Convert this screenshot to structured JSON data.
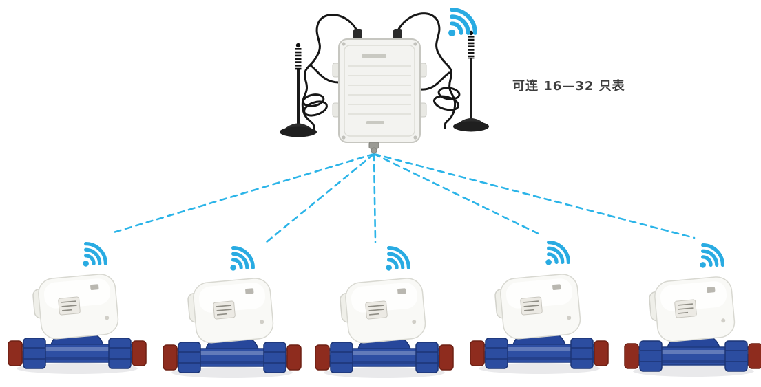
{
  "diagram": {
    "type": "wireless-meter-reading-topology",
    "annotation": {
      "capacity_label": "可连 16—32 只表"
    },
    "concentrator": {
      "name": "wireless-data-concentrator",
      "antenna_count": 2,
      "has_wifi_signal": true
    },
    "meters": {
      "count": 5,
      "type": "wireless-remote-water-meter",
      "each_has_wifi_signal": true
    },
    "links": {
      "count": 5,
      "style": "dashed"
    }
  },
  "colors": {
    "wifi_blue": "#29ABE2",
    "link_blue": "#2BB4E8",
    "meter_body_blue": "#2E4FA3",
    "meter_dark_blue": "#1C3575",
    "end_cap_red": "#8E2C1E",
    "box_fill": "#F3F3F0",
    "label_text": "#3D3D3D"
  }
}
